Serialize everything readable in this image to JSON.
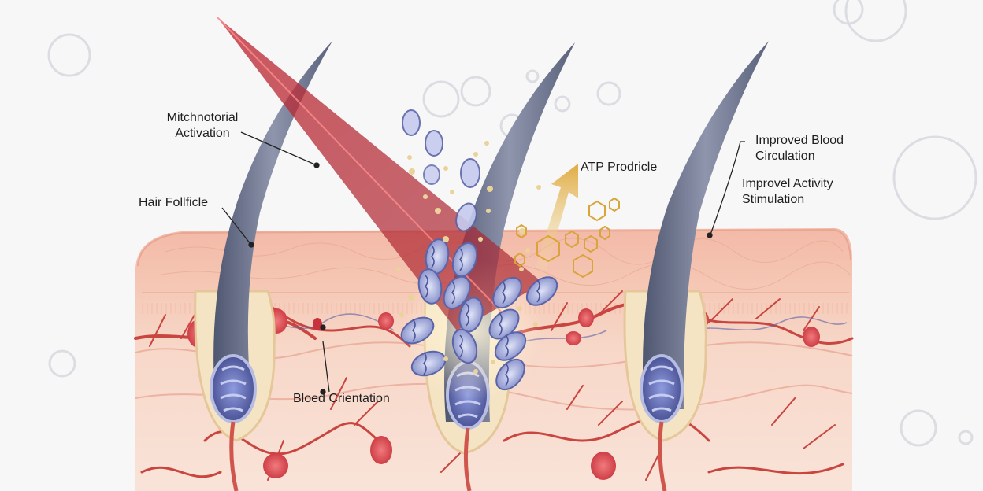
{
  "labels": {
    "mitochondrial_activation": "Mitchnotorial Activation",
    "hair_follicle": "Hair Follficle",
    "blood_orientation": "Bloed Crientation",
    "atp_production": "ATP Prodricle",
    "improved_blood_circulation": "Improved Blood Circulation",
    "activity_stimulation": "Improvel Activity Stimulation"
  },
  "colors": {
    "background": "#f7f7f8",
    "skin_top": "#f2b6a4",
    "skin_mid": "#f6d2c2",
    "skin_deep": "#f9e2d6",
    "laser": "#b3262f",
    "hair_shaft": "#6d7590",
    "mitochondria": "#7b86c9",
    "blood_cell": "#d9414a",
    "vessel": "#c9443f",
    "atp_arrow": "#e2b65a"
  },
  "icons": [
    "hair-shaft-icon",
    "mitochondrion-icon",
    "red-blood-cell-icon",
    "atp-hexagon-icon",
    "laser-beam-icon"
  ]
}
